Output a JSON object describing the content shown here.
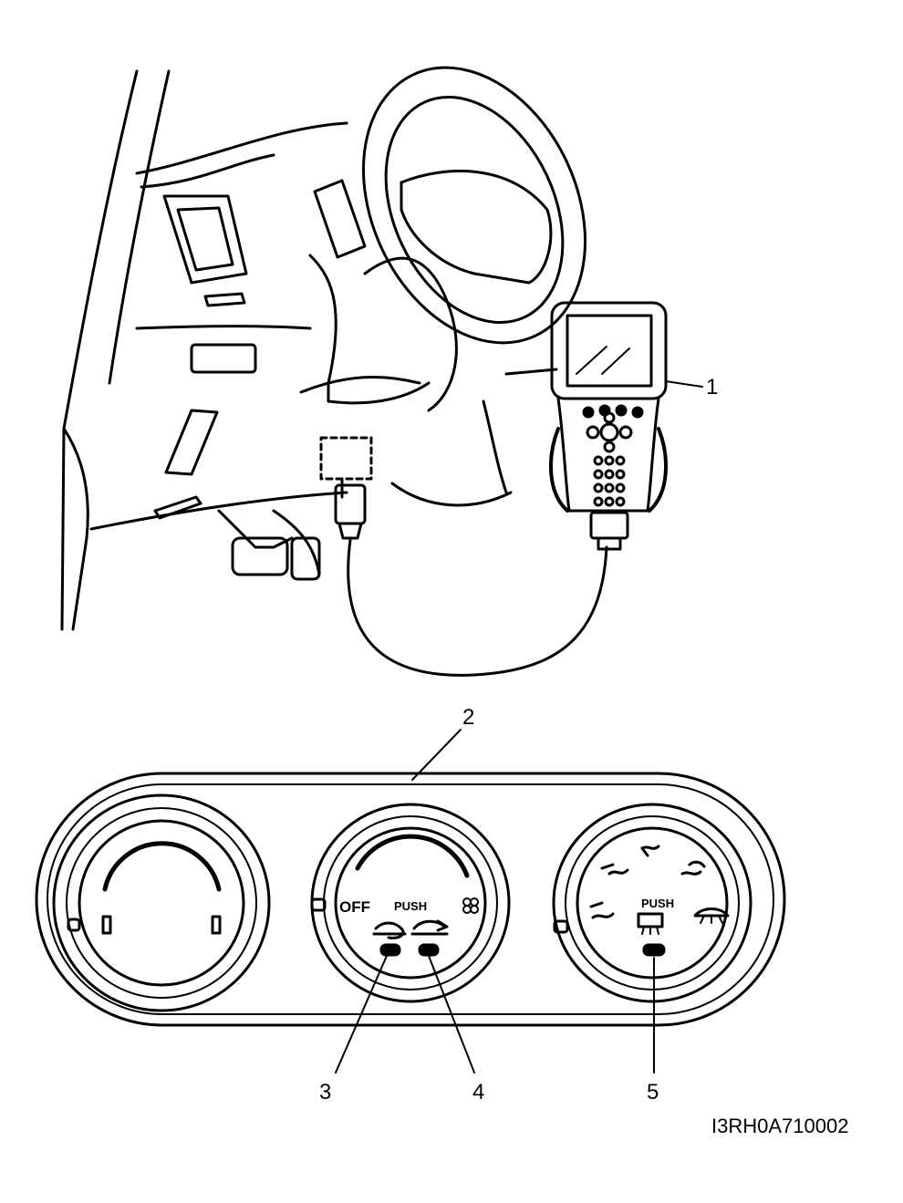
{
  "callouts": {
    "c1": "1",
    "c2": "2",
    "c3": "3",
    "c4": "4",
    "c5": "5"
  },
  "panel": {
    "off_label": "OFF",
    "push_left": "PUSH",
    "push_right": "PUSH"
  },
  "figure_id": "I3RH0A710002",
  "icons": [
    "scan-tool-icon",
    "steering-wheel-icon",
    "dlc-connector-icon",
    "recirculation-icon",
    "fresh-air-icon",
    "defroster-icon",
    "rear-defogger-icon"
  ]
}
